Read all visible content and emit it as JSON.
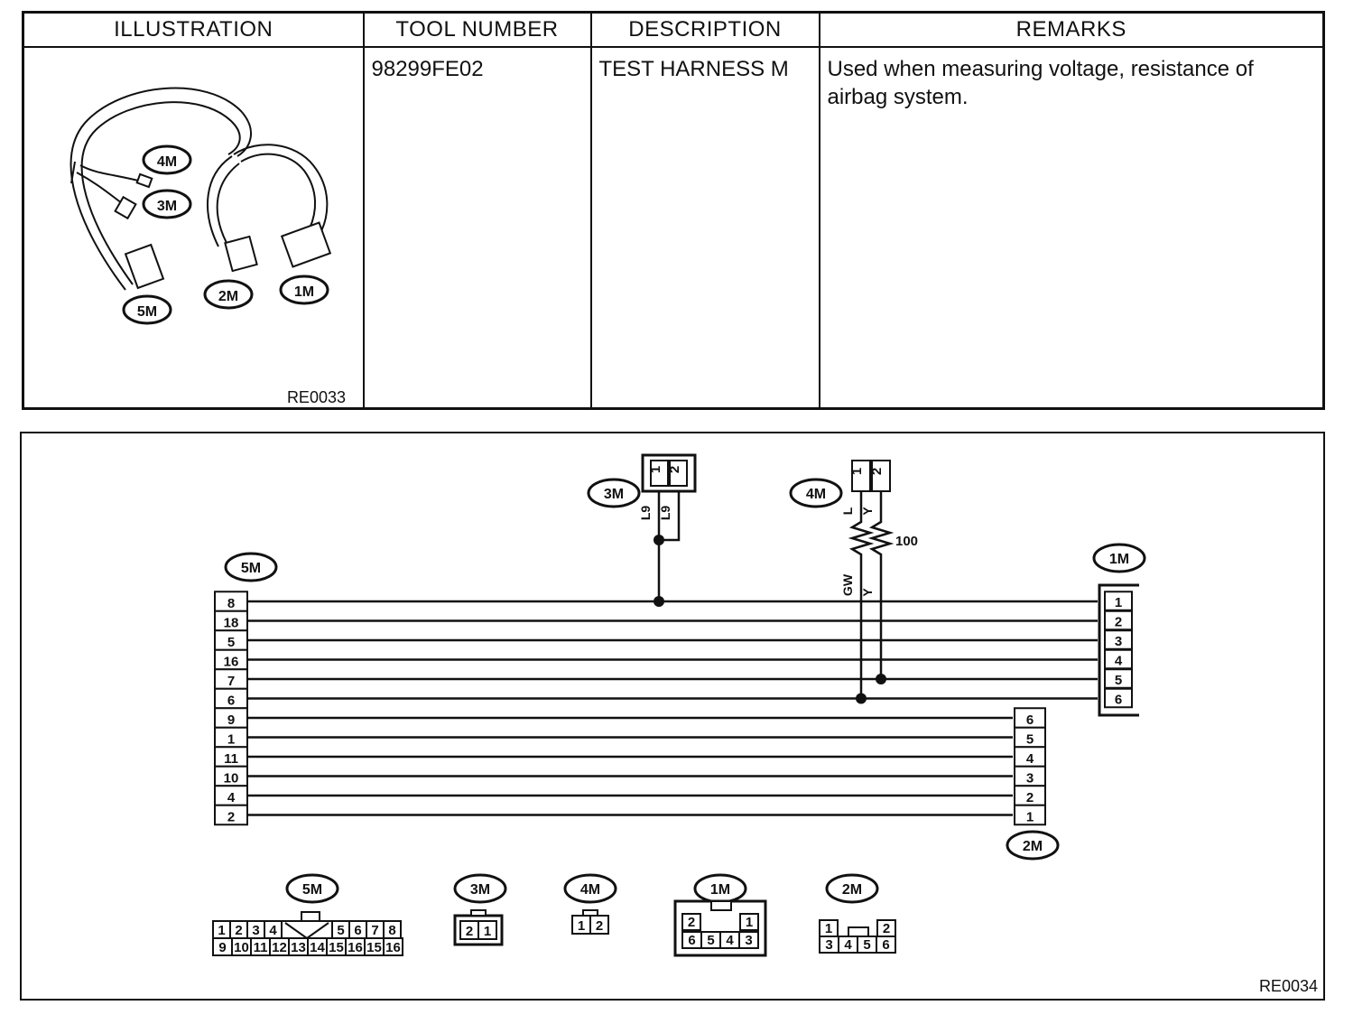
{
  "table": {
    "headers": [
      "ILLUSTRATION",
      "TOOL NUMBER",
      "DESCRIPTION",
      "REMARKS"
    ],
    "tool_number": "98299FE02",
    "description": "TEST HARNESS M",
    "remarks": "Used when measuring voltage, resistance of airbag system.",
    "illustration": {
      "code": "RE0033",
      "labels": [
        "4M",
        "3M",
        "5M",
        "2M",
        "1M"
      ]
    }
  },
  "diagram": {
    "code": "RE0034",
    "connectors": {
      "5M": {
        "label": "5M",
        "pins": [
          "8",
          "18",
          "5",
          "16",
          "7",
          "6",
          "9",
          "1",
          "11",
          "10",
          "4",
          "2"
        ]
      },
      "1M": {
        "label": "1M",
        "pins": [
          "1",
          "2",
          "3",
          "4",
          "5",
          "6"
        ]
      },
      "2M": {
        "label": "2M",
        "pins": [
          "6",
          "5",
          "4",
          "3",
          "2",
          "1"
        ]
      },
      "3M": {
        "label": "3M",
        "pins": [
          "1",
          "2"
        ],
        "wires": [
          "L9",
          "L9"
        ]
      },
      "4M": {
        "label": "4M",
        "pins": [
          "1",
          "2"
        ],
        "wires": [
          "L",
          "Y"
        ]
      }
    },
    "resistor": "100",
    "wire_colors": {
      "gw": "GW",
      "y": "Y"
    },
    "faces": {
      "5M": {
        "label": "5M",
        "top": [
          "1",
          "2",
          "3",
          "4",
          "5",
          "6",
          "7",
          "8"
        ],
        "bottom": [
          "9",
          "10",
          "11",
          "12",
          "13",
          "14",
          "15",
          "16",
          "15",
          "16"
        ]
      },
      "3M": {
        "label": "3M",
        "pins": [
          "2",
          "1"
        ]
      },
      "4M": {
        "label": "4M",
        "pins": [
          "1",
          "2"
        ]
      },
      "1M": {
        "label": "1M",
        "top": [
          "2",
          "1"
        ],
        "bottom": [
          "6",
          "5",
          "4",
          "3"
        ]
      },
      "2M": {
        "label": "2M",
        "top": [
          "1",
          "2"
        ],
        "bottom": [
          "3",
          "4",
          "5",
          "6"
        ]
      }
    }
  }
}
